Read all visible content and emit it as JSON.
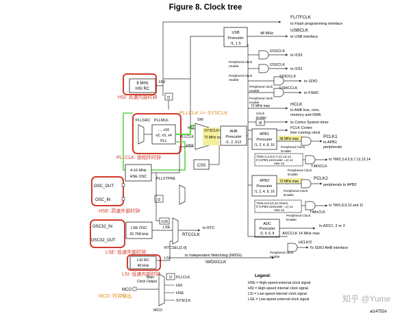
{
  "figure": {
    "title": "Figure 8. Clock tree",
    "code": "ai14752e"
  },
  "colors": {
    "red": "#d03a2c",
    "orange": "#e08a1a",
    "green": "#5ad24a",
    "yellow": "#f4ef9a",
    "line": "#222222"
  },
  "blocks": {
    "usb_prescaler": [
      "USB",
      "Prescaler",
      "/1, 1.5"
    ],
    "hsi_rc": [
      "8 MHz",
      "HSI RC"
    ],
    "pll": [
      "..., x16",
      "x2, x3, x4",
      "PLL"
    ],
    "hse_osc": [
      "4-16 MHz",
      "HSE OSC"
    ],
    "lse_osc": [
      "LSE OSC",
      "32.768 kHz"
    ],
    "lsi_rc": [
      "LSI RC",
      "40 kHz"
    ],
    "ahb_prescaler": [
      "AHB",
      "Prescaler",
      "/1, 2..512"
    ],
    "apb1_prescaler": [
      "APB1",
      "Prescaler",
      "/1, 2, 4, 8, 16"
    ],
    "apb2_prescaler": [
      "APB2",
      "Prescaler",
      "/1, 2, 4, 8, 16"
    ],
    "adc_prescaler": [
      "ADC",
      "Prescaler",
      "/2, 4, 6, 8"
    ],
    "css": "CSS"
  },
  "labels": {
    "flitfclk": "FLITFCLK",
    "flitfclk_desc": "to Flash programming interface",
    "usbclk": "USBCLK",
    "usbclk_desc": "to USB interface",
    "mhz48": "48 MHz",
    "i2s3clk": "I2S3CLK",
    "to_i2s3": "to I2S3",
    "i2s2clk": "I2S2CLK",
    "to_i2s2": "to I2S2",
    "pclk_enable_1": "Peripheral clock\nenable",
    "pclk_enable_2": "Peripheral clock\nenable",
    "pclk_enable_3": "Peripheral clock\nenable",
    "pclk_enable_4": "Peripheral clock\nenable",
    "pclk_enable_5": "Peripheral clock\nenable",
    "pclk_enable_6": "Peripheral clock\nenable",
    "sdioclk": "SDIOCLK",
    "to_sdio": "to SDIO",
    "fsmcclk": "FSMCCLK",
    "to_fsmc": "to FSMC",
    "mhz72_max": "72 MHz max",
    "hclk": "HCLK",
    "hclk_desc": "to AHB bus, core,\nmemory and DMA",
    "clock_enable": "Clock\nEnable",
    "div8": "/8",
    "cortex_timer": "to Cortex System timer",
    "fclk": "FCLK Cortex\nfree running clock",
    "apb1_max": "36 MHz max",
    "pclk1": "PCLK1",
    "pclk1_desc": "to APB1\nperipherals",
    "tim_apb1": "TIM2,3,4,5,6,7,12,13,14\nIf (APB1 prescaler =1) x1\nelse  x2",
    "timxclk": "TIMXCLK",
    "to_tim_apb1": "to TIM2,3,4,5,6,7,12,13,14",
    "apb2_max": "72 MHz max",
    "pclk2": "PCLK2",
    "to_apb2": "peripherals to APB2",
    "tim_apb2": "TIM1,8,9,10,11 timers\nIf (APB2 prescaler =1) x1\nelse  x2",
    "timxclk2": "TIMxCLK",
    "to_tim_apb2": "to TIM1,8,9,10 and 11",
    "adcclk": "ADCCLK 14 MHz max",
    "to_adc": "to ADC1, 2 or 3",
    "hclk2": "HCLK/2",
    "to_sdio_ahb": "To SDIO AHB interface",
    "hsi": "HSI",
    "div2_hsi": "/2",
    "pllsrc": "PLLSRC",
    "pllmul": "PLLMUL",
    "pllclk_sysclk": "PLLCLK => SYSCLK",
    "sw": "SW",
    "sysclk": "SYSCLK",
    "sysclk_max": "72 MHz\nmax",
    "hsi_in": "HSI",
    "pllclk_in": "PLLCLK",
    "hse_in": "HSE",
    "pllxtpre": "PLLXTPRE",
    "div2_hse": "/2",
    "osc_out": "OSC_OUT",
    "osc_in": "OSC_IN",
    "osc32_in": "OSC32_IN",
    "osc32_out": "OSC32_OUT",
    "div128": "/128",
    "lse": "LSE",
    "rtcclk": "RTCCLK",
    "to_rtc": "to RTC",
    "rtcsel": "RTCSEL[1:0]",
    "lsi": "LSI",
    "to_iwdg": "to Independent Watchdog (IWDG)",
    "iwdgclk": "IWDGCLK",
    "main_clock_output": "Main\nClock Output",
    "mco": "MCO",
    "mco_bottom": "MCO",
    "div2_mco": "/2",
    "mco_pllclk": "PLLCLK",
    "mco_hsi": "HSI",
    "mco_hse": "HSE",
    "mco_sysclk": "SYSCLK"
  },
  "annotations_cn": {
    "hsi": "HSI: 高速内部时钟",
    "pll": "PLLCLK: 锁相环时钟",
    "hse": "HSE: 高速外部时钟",
    "lse": "LSE: 低速外部时钟",
    "lsi": "LSI: 低速内部时钟",
    "mco": "MCO: 时钟输出"
  },
  "legend": {
    "title": "Legend:",
    "items": [
      "HSE = High-speed external clock signal",
      "HSI = High-speed internal clock signal",
      "LSI = Low-speed internal clock signal",
      "LSE = Low-speed external clock signal"
    ]
  },
  "watermark": "知乎 @Yume"
}
